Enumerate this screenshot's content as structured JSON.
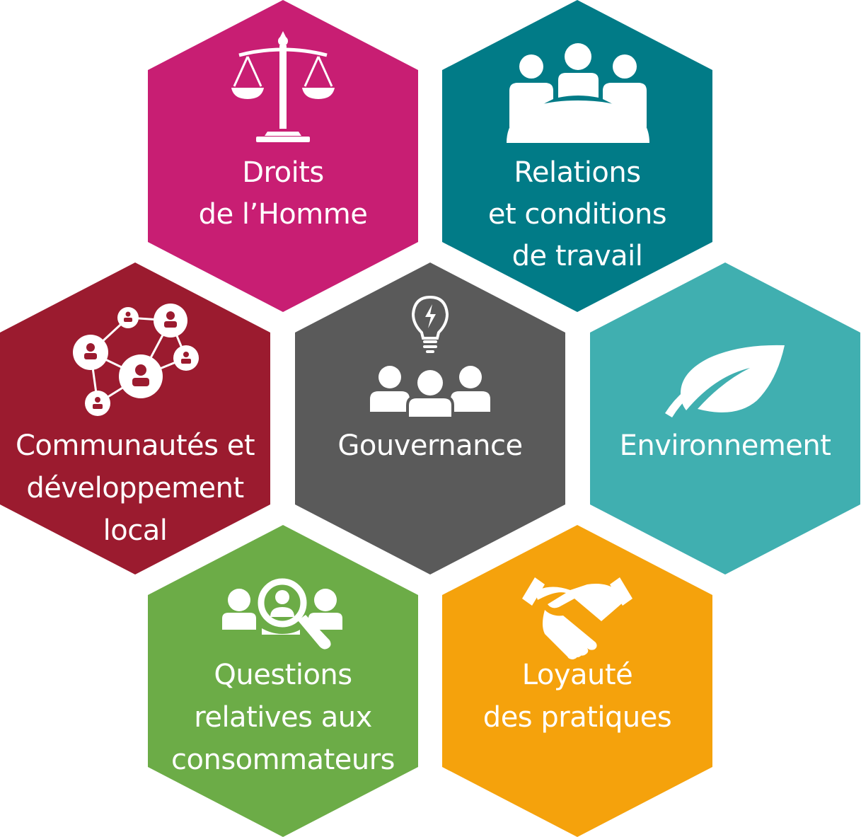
{
  "topics": [
    {
      "id": "droits",
      "color": "#c81e73",
      "icon": "scales-icon",
      "lines": [
        "Droits",
        "de l’Homme"
      ]
    },
    {
      "id": "relations",
      "color": "#017b87",
      "icon": "meeting-icon",
      "lines": [
        "Relations",
        "et conditions",
        "de travail"
      ]
    },
    {
      "id": "communautes",
      "color": "#9b1b2f",
      "icon": "network-icon",
      "lines": [
        "Communautés et",
        "développement",
        "local"
      ]
    },
    {
      "id": "gouvernance",
      "color": "#5a5a5a",
      "icon": "idea-group-icon",
      "lines": [
        "Gouvernance"
      ]
    },
    {
      "id": "environnement",
      "color": "#40afb0",
      "icon": "leaf-icon",
      "lines": [
        "Environnement"
      ]
    },
    {
      "id": "questions",
      "color": "#6cac47",
      "icon": "search-people-icon",
      "lines": [
        "Questions",
        "relatives aux",
        "consommateurs"
      ]
    },
    {
      "id": "loyaute",
      "color": "#f5a20c",
      "icon": "handshake-icon",
      "lines": [
        "Loyauté",
        "des pratiques"
      ]
    }
  ]
}
